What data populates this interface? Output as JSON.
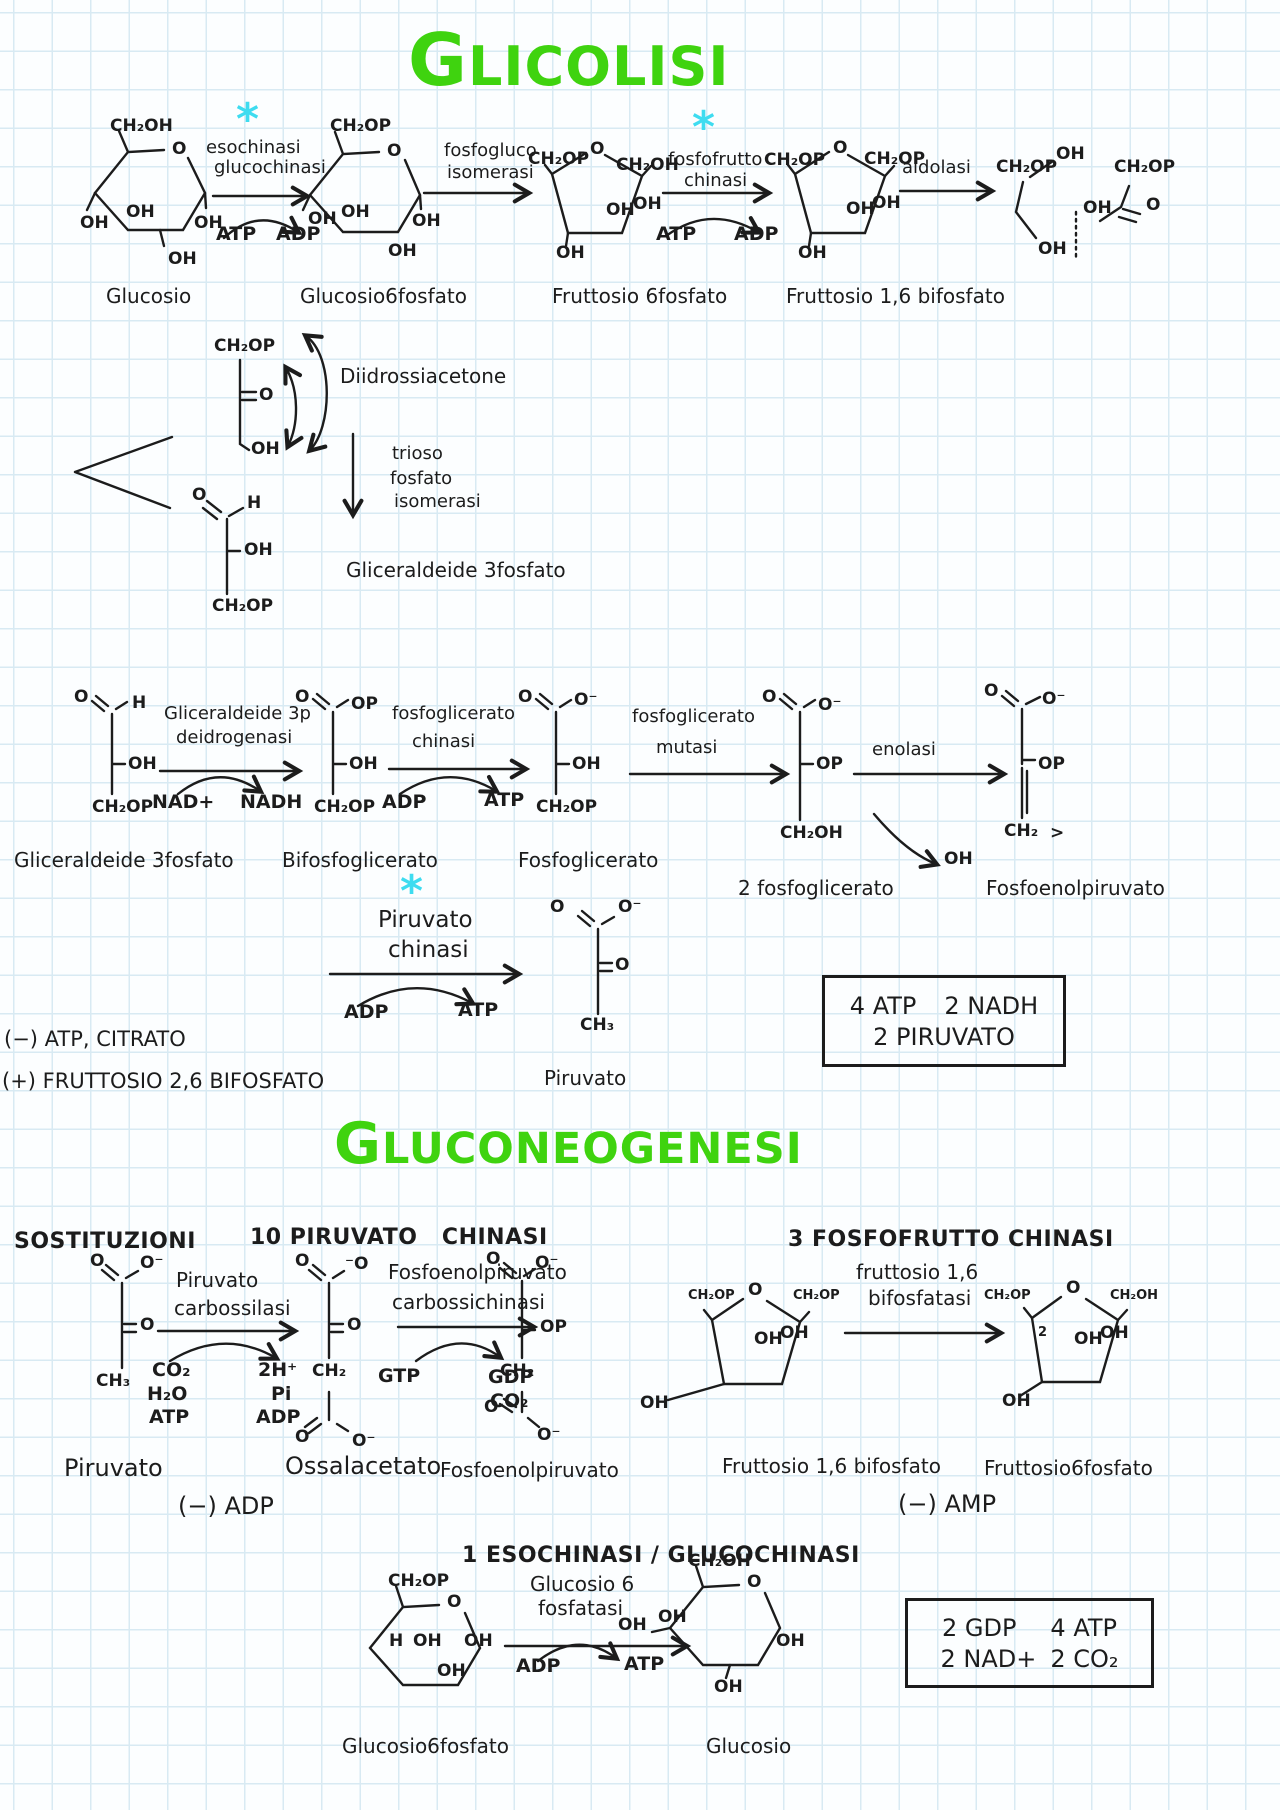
{
  "titles": {
    "glycolysis": "GLICOLISI",
    "gluconeogenesis": "GLUCONEOGENESI"
  },
  "symbols": {
    "star": "*"
  },
  "colors": {
    "title_green": "#3fd30f",
    "star_cyan": "#3edcf0",
    "ink": "#1c1c1c",
    "grid": "#d8eaf3",
    "paper": "#fcfeff"
  },
  "glycolysis": {
    "glucose": {
      "name": "Glucosio",
      "top": "CH₂OH",
      "o": "O",
      "oh1": "OH",
      "oh2": "OH",
      "oh3": "OH",
      "oh4": "OH"
    },
    "hexokinase": {
      "l1": "esochinasi",
      "l2": "glucochinasi",
      "from": "ATP",
      "to": "ADP"
    },
    "g6p": {
      "name": "Glucosio6fosfato",
      "top": "CH₂OP",
      "o": "O",
      "oh1": "OH",
      "oh2": "OH",
      "oh3": "OH",
      "oh4": "OH"
    },
    "pgi": {
      "l1": "fosfogluco",
      "l2": "isomerasi"
    },
    "f6p": {
      "name": "Fruttosio 6fosfato",
      "left": "CH₂OP",
      "o": "O",
      "right": "CH₂OH",
      "oh1": "OH",
      "oh2": "OH",
      "oh3": "OH"
    },
    "pfk": {
      "l1": "fosfofrutto",
      "l2": "chinasi",
      "from": "ATP",
      "to": "ADP"
    },
    "f16bp": {
      "name": "Fruttosio 1,6 bifosfato",
      "left": "CH₂OP",
      "o": "O",
      "right": "CH₂OP",
      "oh1": "OH",
      "oh2": "OH",
      "oh3": "OH"
    },
    "aldolase": {
      "l1": "aldolasi"
    },
    "cleaved": {
      "ch2op_left": "CH₂OP",
      "oh_top": "OH",
      "oh_mid": "OH",
      "oh_bot": "OH",
      "ch2op_right": "CH₂OP",
      "o": "O"
    },
    "dhap": {
      "name": "Diidrossiacetone",
      "top": "CH₂OP",
      "o": "O",
      "oh": "OH"
    },
    "tpi": {
      "l1": "trioso",
      "l2": "fosfato",
      "l3": "isomerasi"
    },
    "g3p_mid": {
      "name": "Gliceraldeide 3fosfato",
      "o": "O",
      "h": "H",
      "oh": "OH",
      "bottom": "CH₂OP"
    },
    "g3p": {
      "name": "Gliceraldeide 3fosfato",
      "o": "O",
      "h": "H",
      "oh": "OH",
      "bottom": "CH₂OP"
    },
    "gapdh": {
      "l1": "Gliceraldeide 3p",
      "l2": "deidrogenasi",
      "from": "NAD+",
      "to": "NADH"
    },
    "bpg": {
      "name": "Bifosfoglicerato",
      "o": "O",
      "op": "OP",
      "oh": "OH",
      "bottom": "CH₂OP"
    },
    "pgk": {
      "l1": "fosfoglicerato",
      "l2": "chinasi",
      "from": "ADP",
      "to": "ATP"
    },
    "pg3": {
      "name": "Fosfoglicerato",
      "o": "O",
      "ominus": "O⁻",
      "oh": "OH",
      "bottom": "CH₂OP"
    },
    "pgm": {
      "l1": "fosfoglicerato",
      "l2": "mutasi"
    },
    "pg2": {
      "name": "2 fosfoglicerato",
      "o": "O",
      "ominus": "O⁻",
      "op": "OP",
      "bottom": "CH₂OH"
    },
    "enolase": {
      "l1": "enolasi",
      "water": "OH"
    },
    "pep": {
      "name": "Fosfoenolpiruvato",
      "o": "O",
      "ominus": "O⁻",
      "op": "OP",
      "ch2": "CH₂",
      "tail": ">"
    },
    "pk": {
      "l1": "Piruvato",
      "l2": "chinasi",
      "from": "ADP",
      "to": "ATP"
    },
    "pyruvate": {
      "name": "Piruvato",
      "o": "O",
      "ominus": "O⁻",
      "keto": "O",
      "bottom": "CH₃"
    },
    "regulators": {
      "neg": "(−) ATP, CITRATO",
      "pos": "(+) FRUTTOSIO 2,6 BIFOSFATO"
    },
    "summary": {
      "l1a": "4 ATP",
      "l1b": "2 NADH",
      "l2": "2 PIRUVATO"
    }
  },
  "gluconeogenesis": {
    "headers": {
      "substitutions": "SOSTITUZIONI",
      "s10": "10 PIRUVATO   CHINASI",
      "s3": "3 FOSFOFRUTTO CHINASI",
      "s1": "1 ESOCHINASI / GLUCOCHINASI"
    },
    "pyruvate": {
      "name": "Piruvato",
      "o": "O",
      "ominus": "O⁻",
      "keto": "O",
      "bottom": "CH₃"
    },
    "pc": {
      "l1": "Piruvato",
      "l2": "carbossilasi",
      "in1": "CO₂",
      "in2": "H₂O",
      "in3": "ATP",
      "out1": "2H⁺",
      "out2": "Pi",
      "out3": "ADP",
      "neg": "(−) ADP"
    },
    "oaa": {
      "name": "Ossalacetato",
      "o": "O",
      "ominus": "⁻O",
      "keto": "O",
      "ch2": "CH₂",
      "o2": "O",
      "ominus2": "O⁻"
    },
    "pepck": {
      "l1": "Fosfoenolpiruvato",
      "l2": "carbossichinasi",
      "from": "GTP",
      "out1": "GDP",
      "out2": "CO₂"
    },
    "pep": {
      "name": "Fosfoenolpiruvato",
      "o": "O",
      "ominus": "O⁻",
      "op": "OP",
      "ch2": "CH₂",
      "o2": "O",
      "ominus2": "O⁻"
    },
    "f16bp": {
      "name": "Fruttosio 1,6 bifosfato",
      "left": "CH₂OP",
      "o": "O",
      "right": "CH₂OP",
      "oh1": "OH",
      "oh2": "OH",
      "oh3": "OH"
    },
    "fbpase": {
      "l1": "fruttosio 1,6",
      "l2": "bifosfatasi",
      "neg": "(−) AMP"
    },
    "f6p": {
      "name": "Fruttosio6fosfato",
      "left": "CH₂OP",
      "o": "O",
      "right": "CH₂OH",
      "c2": "2",
      "oh1": "OH",
      "oh2": "OH",
      "oh3": "OH"
    },
    "g6p": {
      "name": "Glucosio6fosfato",
      "top": "CH₂OP",
      "o": "O",
      "h": "H",
      "oh1": "OH",
      "oh2": "OH",
      "oh3": "OH"
    },
    "g6pase": {
      "l1": "Glucosio 6",
      "l2": "fosfatasi",
      "from": "ADP",
      "to": "ATP"
    },
    "glucose": {
      "name": "Glucosio",
      "top": "CH₂OH",
      "o": "O",
      "oh1": "OH",
      "oh2": "OH",
      "oh3": "OH",
      "oh4": "OH"
    },
    "summary": {
      "l1a": "2 GDP",
      "l1b": "4 ATP",
      "l2a": "2 NAD+",
      "l2b": "2 CO₂"
    }
  }
}
